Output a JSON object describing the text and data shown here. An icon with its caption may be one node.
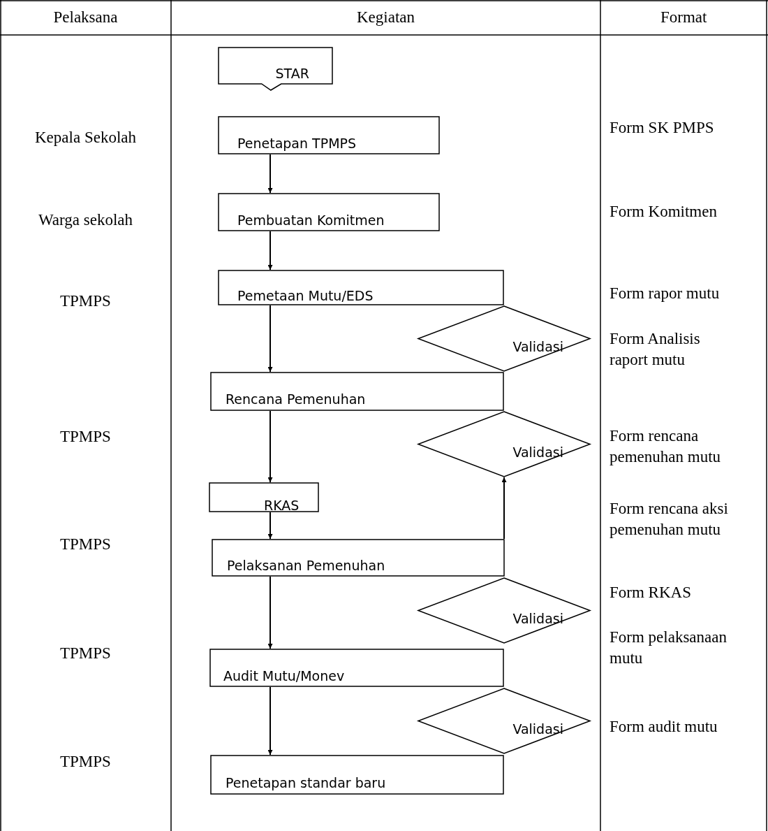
{
  "diagram": {
    "nodes": [
      {
        "text": [
          "STAR"
        ]
      },
      {
        "text": [
          "Penetapan TPMPS"
        ]
      },
      {
        "text": [
          "Pembuatan Komitmen"
        ]
      },
      {
        "text": [
          "Pemetaan Mutu/EDS"
        ]
      },
      {
        "text": [
          "Validasi"
        ]
      },
      {
        "text": [
          "Rencana Pemenuhan"
        ]
      },
      {
        "text": [
          "Validasi"
        ]
      },
      {
        "text": [
          "RKAS"
        ]
      },
      {
        "text": [
          "Pelaksanan Pemenuhan"
        ]
      },
      {
        "text": [
          "Validasi"
        ]
      },
      {
        "text": [
          "Audit Mutu/Monev"
        ]
      },
      {
        "text": [
          "Validasi"
        ]
      },
      {
        "text": [
          "Penetapan standar baru"
        ]
      }
    ],
    "edges": [
      {
        "from": 1,
        "to": 2,
        "arrow": "to"
      },
      {
        "from": 2,
        "to": 3,
        "arrow": "to"
      },
      {
        "from": 3,
        "to": 5,
        "arrow": "to"
      },
      {
        "from": 5,
        "to": 7,
        "arrow": "to"
      },
      {
        "from": 7,
        "to": 8,
        "arrow": "to"
      },
      {
        "from": 8,
        "to": 6,
        "arrow": "to"
      },
      {
        "from": 8,
        "to": 10,
        "arrow": "to"
      },
      {
        "from": 10,
        "to": 12,
        "arrow": "to"
      }
    ],
    "labels": [
      "Pelaksana",
      "Kegiatan",
      "Format",
      "Kepala Sekolah",
      "Form SK PMPS",
      "Warga sekolah",
      "Form Komitmen",
      "TPMPS",
      "Form rapor mutu",
      "Form Analisis raport mutu",
      "TPMPS",
      "Form rencana pemenuhan mutu",
      "Form rencana aksi pemenuhan mutu",
      "TPMPS",
      "Form RKAS",
      "TPMPS",
      "Form pelaksanaan mutu",
      "Form audit mutu",
      "TPMPS"
    ]
  }
}
